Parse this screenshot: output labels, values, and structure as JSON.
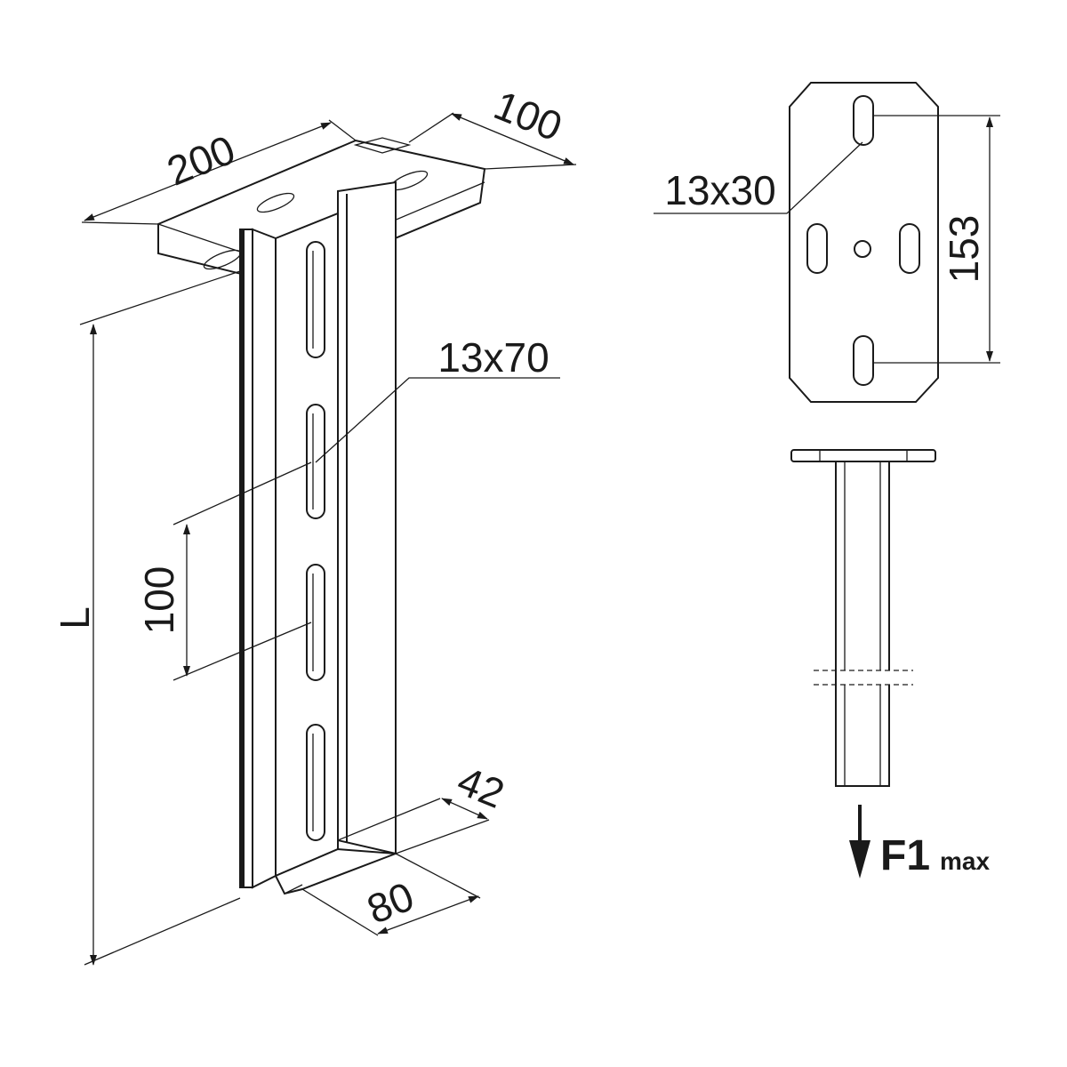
{
  "drawing": {
    "perspective_view": {
      "plate_length": "200",
      "plate_width": "100",
      "slot_size": "13x70",
      "slot_pitch": "100",
      "length": "L",
      "flange_width": "42",
      "channel_width": "80"
    },
    "plate_view": {
      "slot_size": "13x30",
      "slot_spacing": "153"
    },
    "side_view": {
      "load_label": "F1",
      "load_subscript": "max"
    }
  }
}
